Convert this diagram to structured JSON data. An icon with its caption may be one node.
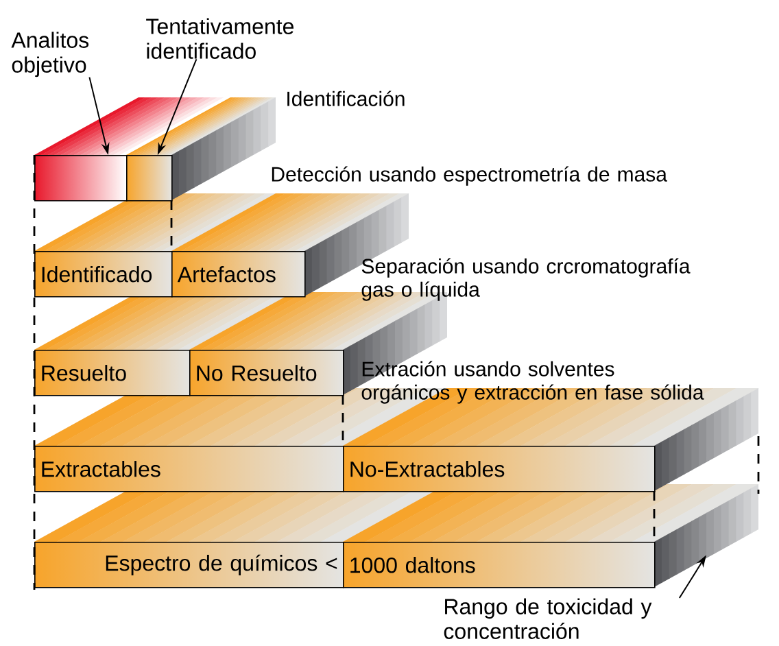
{
  "diagram": {
    "nodes": [
      {
        "text": [
          "Analitos objetivo"
        ]
      },
      {
        "text": [
          "Tentativamente identificado"
        ]
      },
      {
        "text": [],
        "shape": "box"
      },
      {
        "text": [],
        "shape": "box"
      },
      {
        "text": [
          "Identificado"
        ]
      },
      {
        "text": [
          "Artefactos"
        ]
      },
      {
        "text": [
          "Resuelto"
        ]
      },
      {
        "text": [
          "No Resuelto"
        ]
      },
      {
        "text": [
          "Extractables"
        ]
      },
      {
        "text": [
          "No-Extractables"
        ]
      },
      {
        "text": [
          "Espectro de químicos <"
        ]
      },
      {
        "text": [
          "1000 daltons"
        ]
      },
      {
        "text": [
          "Rango de toxicidad y concentración"
        ]
      },
      {
        "text": [],
        "shape": "box"
      }
    ],
    "edges": [
      {
        "from": 0,
        "to": 2,
        "arrow": "to"
      },
      {
        "from": 1,
        "to": 3,
        "arrow": "to"
      },
      {
        "from": 12,
        "to": 13,
        "arrow": "to"
      }
    ],
    "labels": [
      "Identificación",
      "Detección usando espectrometría de masa",
      "Separación usando crcromatografía gas o líquida",
      "Extración usando solventes orgánicos y extracción en fase sólida"
    ]
  }
}
